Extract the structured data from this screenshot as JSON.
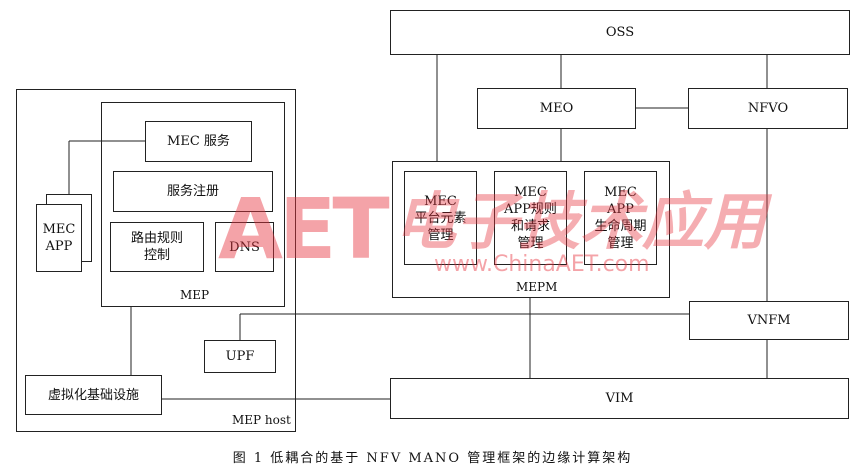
{
  "diagram": {
    "oss": "OSS",
    "meo": "MEO",
    "nfvo": "NFVO",
    "vnfm": "VNFM",
    "vim": "VIM",
    "mepm_label": "MEPM",
    "mepm_cells": [
      [
        "MEC",
        "平台元素",
        "管理"
      ],
      [
        "MEC",
        "APP规则",
        "和请求",
        "管理"
      ],
      [
        "MEC",
        "APP",
        "生命周期",
        "管理"
      ]
    ],
    "mec_service": "MEC 服务",
    "service_register": "服务注册",
    "route_control": [
      "路由规则",
      "控制"
    ],
    "dns": "DNS",
    "mep_label": "MEP",
    "mec_app": [
      "MEC",
      "APP"
    ],
    "upf": "UPF",
    "virtual_infra": "虚拟化基础设施",
    "mep_host_label": "MEP host"
  },
  "watermark": {
    "logo": "AET",
    "site_cn": "电子技术应用",
    "url": "www.ChinaAET.com",
    "color": "#e8343f"
  },
  "caption": "图 1   低耦合的基于 NFV MANO 管理框架的边缘计算架构"
}
